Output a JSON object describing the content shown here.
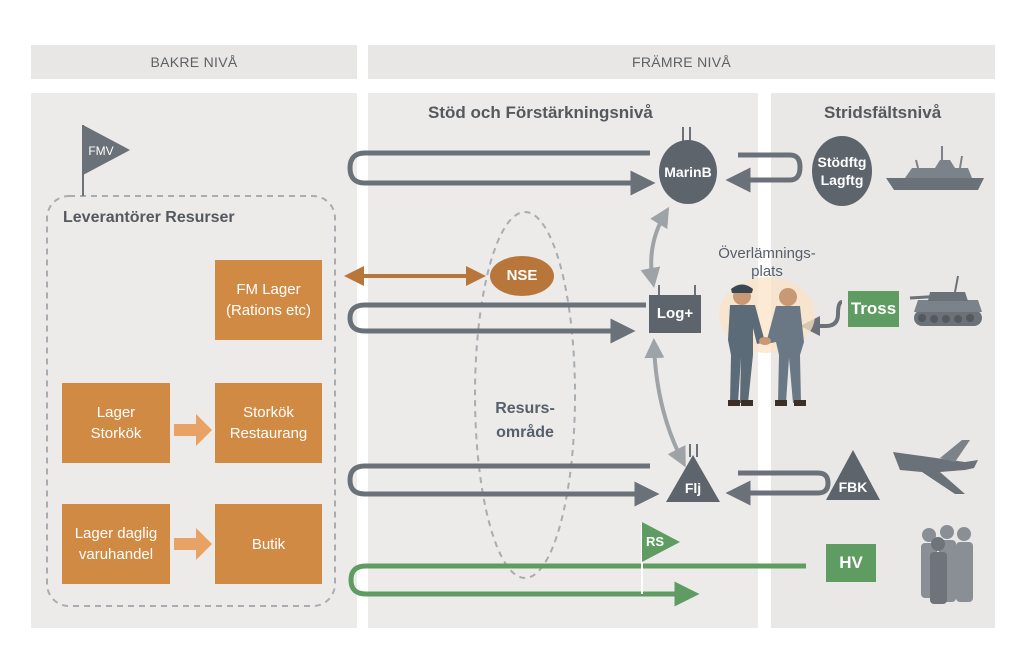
{
  "headers": {
    "rear": "BAKRE NIVÅ",
    "front": "FRÄMRE NIVÅ"
  },
  "sections": {
    "support": "Stöd och Förstärkningsnivå",
    "battlefield": "Stridsfältsnivå",
    "suppliers": "Leverantörer  Resurser"
  },
  "nodes": {
    "fmv": "FMV",
    "fm_lager": "FM Lager",
    "fm_lager_sub": "(Rations etc)",
    "lager_storkok": "Lager\nStorkök",
    "storkok": "Storkök\nRestaurang",
    "lager_daglig": "Lager daglig\nvaruhandel",
    "butik": "Butik",
    "nse": "NSE",
    "resurs": "Resurs-\nområde",
    "marinb": "MarinB",
    "log": "Log+",
    "flj": "Flj",
    "rs": "RS",
    "stodftg": "Stödftg\nLagftg",
    "overlamning": "Överlämnings-\nplats",
    "tross": "Tross",
    "fbk": "FBK",
    "hv": "HV"
  },
  "colors": {
    "orange": "#d08a43",
    "green": "#5f9c62",
    "grey": "#6b7179",
    "panel": "#ecebea"
  }
}
